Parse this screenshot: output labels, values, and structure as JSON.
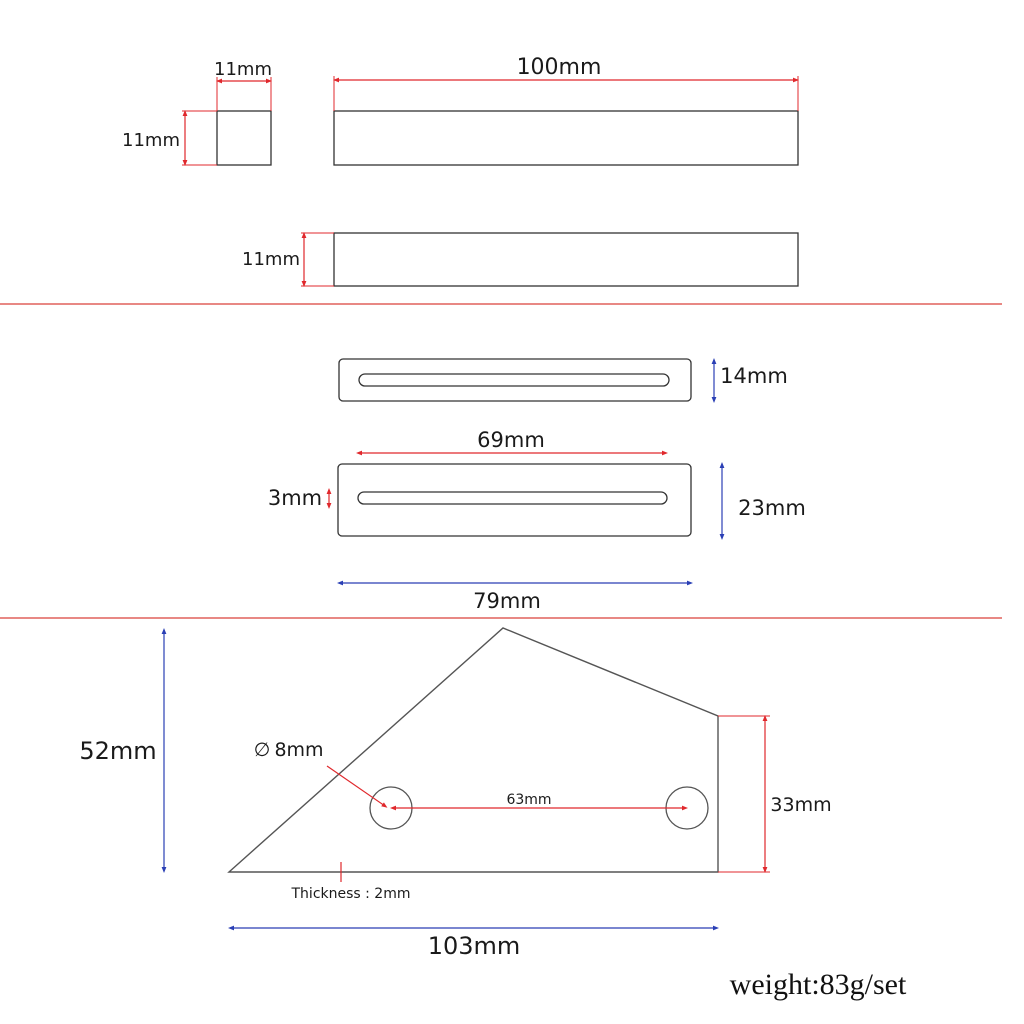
{
  "colors": {
    "outline": "#333333",
    "red_dim": "#e0282c",
    "blue_dim": "#2a3fb5",
    "divider": "#d9403a"
  },
  "section1": {
    "small_square_width": "11mm",
    "small_square_height": "11mm",
    "bar_length": "100mm",
    "bar_side_height": "11mm"
  },
  "section2": {
    "plate_a_height": "14mm",
    "slot_length": "69mm",
    "slot_width": "3mm",
    "plate_b_height": "23mm",
    "plate_b_width": "79mm"
  },
  "section3": {
    "total_height": "52mm",
    "hole_diameter": "8mm",
    "hole_symbol": "∅",
    "hole_spacing": "63mm",
    "right_edge_height": "33mm",
    "thickness_label": "Thickness : 2mm",
    "total_width": "103mm"
  },
  "footer": {
    "weight": "weight:83g/set"
  }
}
